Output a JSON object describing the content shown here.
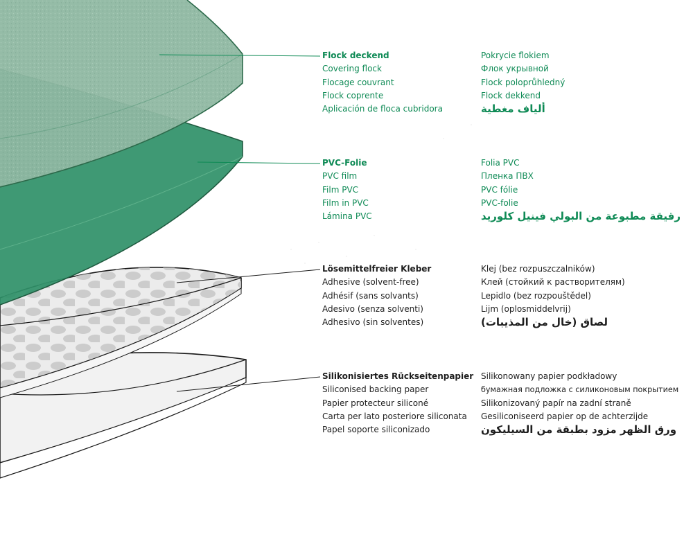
{
  "colors": {
    "flock_layer": "#8fb8a2",
    "flock_edge": "#2d6a4b",
    "pvc_layer": "#2f9068",
    "pvc_edge": "#1f5a3f",
    "adhesive_layer": "#e9e9e9",
    "adhesive_dots": "#c9c9c9",
    "backing_layer": "#f2f2f2",
    "layer_outline": "#1a1a1a",
    "green_text": "#0e8a55",
    "dark_text": "#1e1e1e"
  },
  "layers": [
    {
      "id": "flock",
      "left": {
        "title": "Flock deckend",
        "lines": [
          "Covering flock",
          "Flocage couvrant",
          "Flock coprente",
          "Aplicación de floca cubridora"
        ]
      },
      "right": {
        "lines": [
          "Pokrycie flokiem",
          "Флок укрывной",
          "Flock poloprůhledný",
          "Flock dekkend"
        ],
        "arabic": "ألياف مغطية"
      }
    },
    {
      "id": "pvc",
      "left": {
        "title": "PVC-Folie",
        "lines": [
          "PVC film",
          "Film PVC",
          "Film in PVC",
          "Lámina PVC"
        ]
      },
      "right": {
        "lines": [
          "Folia PVC",
          "Пленка ПВХ",
          "PVC fólie",
          "PVC-folie"
        ],
        "arabic": "رقيقة مطبوعة من البولي فينيل كلوريد"
      }
    },
    {
      "id": "adhesive",
      "left": {
        "title": "Lösemittelfreier Kleber",
        "lines": [
          "Adhesive (solvent-free)",
          "Adhésif (sans solvants)",
          "Adesivo (senza solventi)",
          "Adhesivo (sin solventes)"
        ]
      },
      "right": {
        "lines": [
          "Klej (bez rozpuszczalników)",
          "Клей (стойкий к растворителям)",
          "Lepidlo (bez rozpouštědel)",
          "Lijm (oplosmiddelvrij)"
        ],
        "arabic": "لصاق (خال من المذيبات)"
      }
    },
    {
      "id": "backing",
      "left": {
        "title": "Silikonisiertes Rückseitenpapier",
        "lines": [
          "Siliconised backing paper",
          "Papier protecteur siliconé",
          "Carta per lato posteriore siliconata",
          "Papel soporte siliconizado"
        ]
      },
      "right": {
        "lines": [
          "Silikonowany papier podkładowy",
          "бумажная подложка с силиконовым покрытием",
          "Silikonizovaný papír na zadní straně",
          "Gesiliconiseerd papier op de achterzijde"
        ],
        "arabic": "ورق الظهر مزود بطبقة من السيليكون"
      }
    }
  ]
}
